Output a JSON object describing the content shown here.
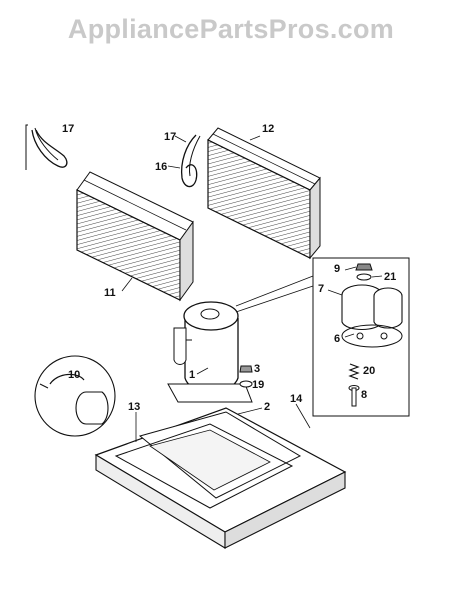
{
  "watermark": "AppliancePartsPros.com",
  "callouts": {
    "p17a": "17",
    "p17b": "17",
    "p12": "12",
    "p16": "16",
    "p11": "11",
    "p9": "9",
    "p21": "21",
    "p7": "7",
    "p6": "6",
    "p1": "1",
    "p3": "3",
    "p19": "19",
    "p20": "20",
    "p8": "8",
    "p10": "10",
    "p13": "13",
    "p2": "2",
    "p14": "14"
  }
}
